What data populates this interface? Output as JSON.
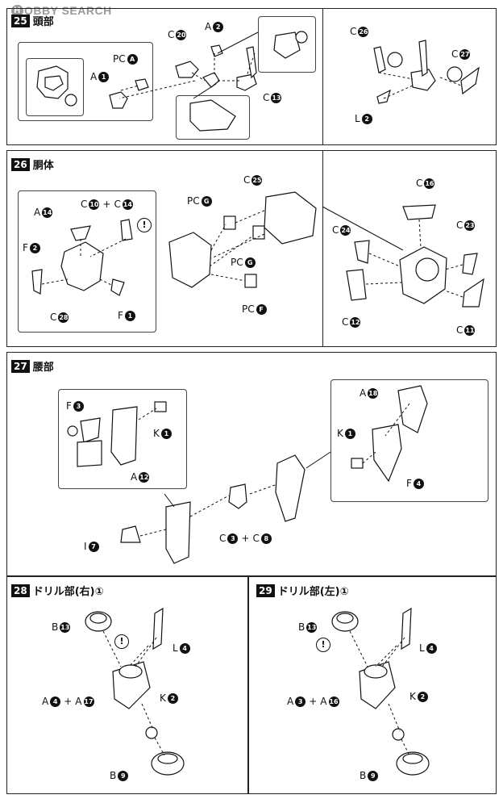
{
  "watermark": {
    "mark": "H",
    "text": "OBBY SEARCH"
  },
  "steps": [
    {
      "number": "25",
      "title": "頭部"
    },
    {
      "number": "26",
      "title": "胴体"
    },
    {
      "number": "27",
      "title": "腰部"
    },
    {
      "number": "28",
      "title": "ドリル部(右)①"
    },
    {
      "number": "29",
      "title": "ドリル部(左)①"
    }
  ],
  "labels": {
    "s25": [
      {
        "letter": "C",
        "num": "20"
      },
      {
        "letter": "A",
        "num": "2"
      },
      {
        "letter": "PC",
        "num": "A"
      },
      {
        "letter": "A",
        "num": "1"
      },
      {
        "letter": "C",
        "num": "13"
      },
      {
        "letter": "C",
        "num": "26"
      },
      {
        "letter": "C",
        "num": "27"
      },
      {
        "letter": "L",
        "num": "2"
      }
    ],
    "s26": [
      {
        "letter": "A",
        "num": "14"
      },
      {
        "letter": "C",
        "num": "10",
        "plus": "+",
        "letter2": "C",
        "num2": "14"
      },
      {
        "letter": "F",
        "num": "2"
      },
      {
        "letter": "C",
        "num": "28"
      },
      {
        "letter": "F",
        "num": "1"
      },
      {
        "letter": "PC",
        "num": "G"
      },
      {
        "letter": "C",
        "num": "25"
      },
      {
        "letter": "PC",
        "num": "G"
      },
      {
        "letter": "PC",
        "num": "F"
      },
      {
        "letter": "C",
        "num": "16"
      },
      {
        "letter": "C",
        "num": "24"
      },
      {
        "letter": "C",
        "num": "23"
      },
      {
        "letter": "C",
        "num": "12"
      },
      {
        "letter": "C",
        "num": "11"
      }
    ],
    "s27": [
      {
        "letter": "F",
        "num": "3"
      },
      {
        "letter": "K",
        "num": "1"
      },
      {
        "letter": "A",
        "num": "12"
      },
      {
        "letter": "A",
        "num": "18"
      },
      {
        "letter": "K",
        "num": "1"
      },
      {
        "letter": "F",
        "num": "4"
      },
      {
        "letter": "I",
        "num": "7"
      },
      {
        "letter": "C",
        "num": "3",
        "plus": "+",
        "letter2": "C",
        "num2": "8"
      }
    ],
    "s28": [
      {
        "letter": "B",
        "num": "13"
      },
      {
        "letter": "L",
        "num": "4"
      },
      {
        "letter": "A",
        "num": "4",
        "plus": "+",
        "letter2": "A",
        "num2": "17"
      },
      {
        "letter": "K",
        "num": "2"
      },
      {
        "letter": "B",
        "num": "9"
      }
    ],
    "s29": [
      {
        "letter": "B",
        "num": "13"
      },
      {
        "letter": "L",
        "num": "4"
      },
      {
        "letter": "A",
        "num": "3",
        "plus": "+",
        "letter2": "A",
        "num2": "16"
      },
      {
        "letter": "K",
        "num": "2"
      },
      {
        "letter": "B",
        "num": "9"
      }
    ]
  },
  "warning_symbol": "!"
}
